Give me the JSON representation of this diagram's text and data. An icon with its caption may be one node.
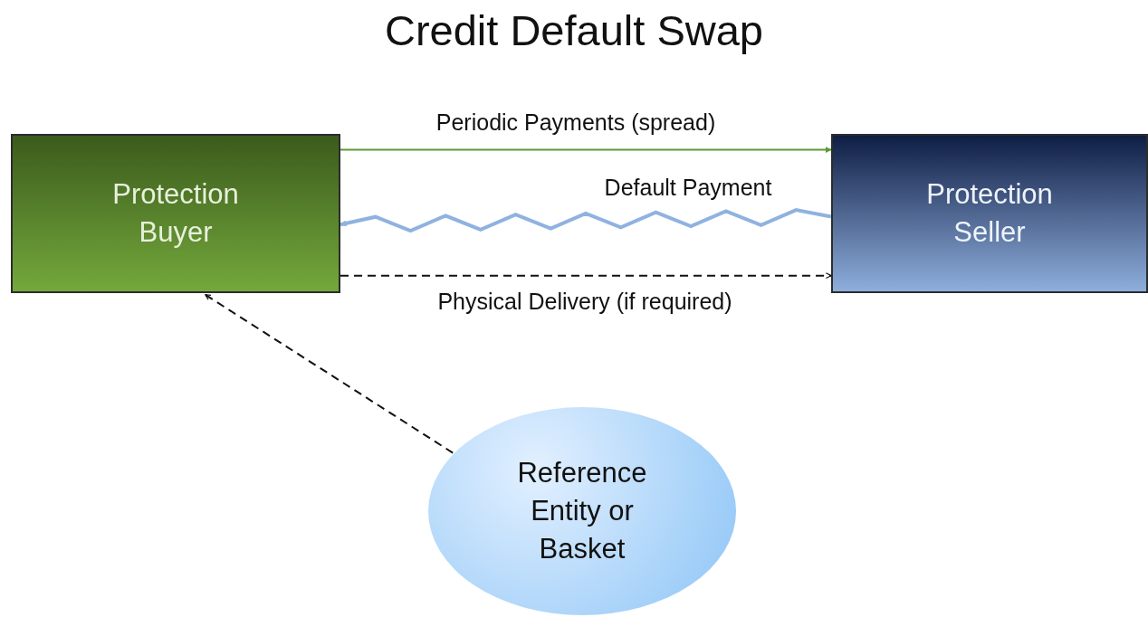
{
  "diagram": {
    "title": "Credit Default Swap",
    "nodes": [
      {
        "text": [
          "Protection Buyer"
        ]
      },
      {
        "text": [
          "Protection Seller"
        ]
      },
      {
        "text": [
          "Reference Entity or Basket"
        ]
      }
    ],
    "edges": [
      {
        "from": 0,
        "to": 1,
        "arrow": "to",
        "label": "Periodic Payments (spread)",
        "color": "#5a9a32"
      },
      {
        "from": 1,
        "to": 0,
        "arrow": "to",
        "label": "Default Payment",
        "style": "thick",
        "color": "#8fb2e0"
      },
      {
        "from": 0,
        "to": 1,
        "arrow": "to",
        "label": "Physical Delivery (if required)",
        "style": "dashed"
      },
      {
        "from": 2,
        "to": 0,
        "arrow": "to",
        "style": "dashed"
      }
    ]
  }
}
